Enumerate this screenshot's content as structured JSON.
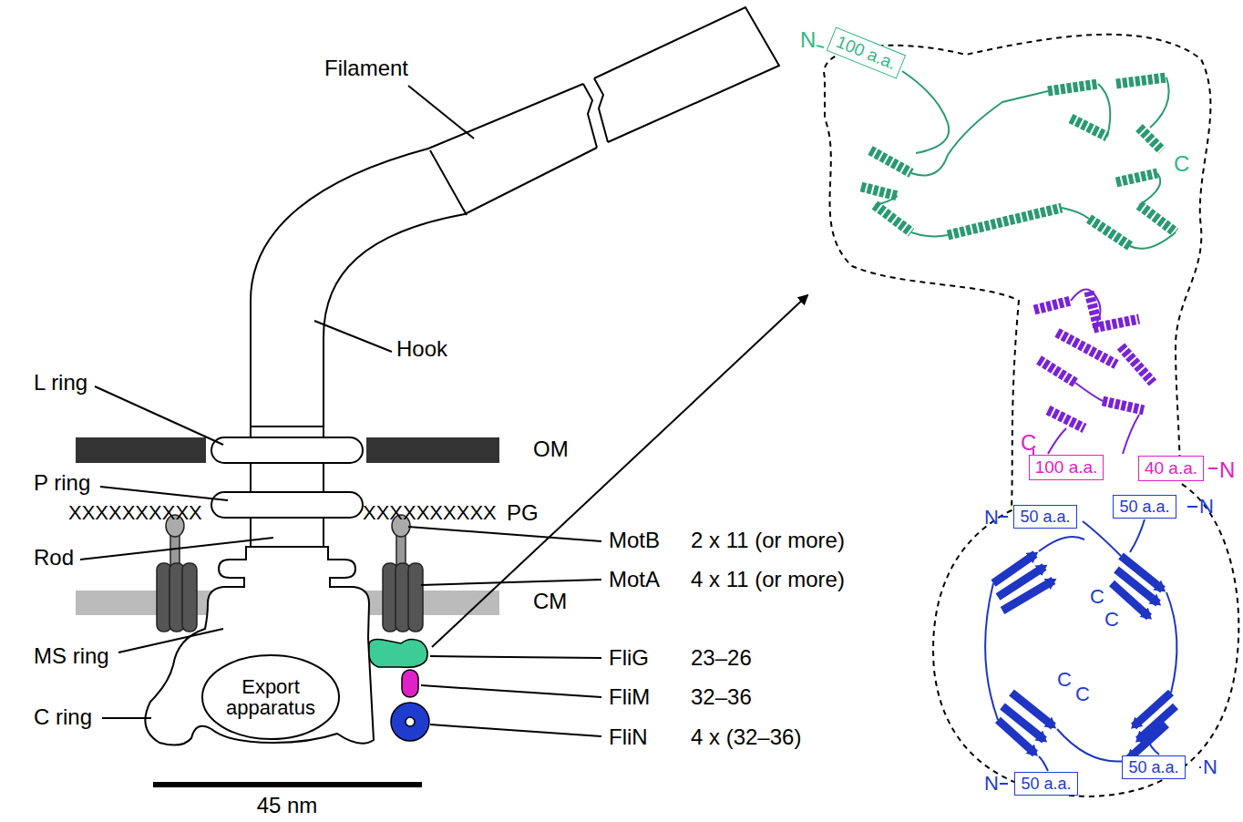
{
  "diagram": {
    "nodes": [
      {
        "text": [
          "Export apparatus"
        ]
      },
      {
        "text": [
          "100 a.a."
        ]
      },
      {
        "text": [
          "100 a.a."
        ]
      },
      {
        "text": [
          "40 a.a."
        ]
      },
      {
        "text": [
          "50 a.a."
        ]
      },
      {
        "text": [
          "50 a.a."
        ]
      },
      {
        "text": [
          "50 a.a."
        ]
      },
      {
        "text": [
          "50 a.a."
        ]
      }
    ],
    "labels": [
      "Filament",
      "Hook",
      "L ring",
      "OM",
      "P ring",
      "XXXXXXXXXX",
      "XXXXXXXXXX",
      "PG",
      "Rod",
      "MotB",
      "2 x 11 (or more)",
      "MotA",
      "4 x 11 (or more)",
      "CM",
      "MS ring",
      "FliG",
      "23–26",
      "C ring",
      "FliM",
      "32–36",
      "FliN",
      "4 x (32–36)",
      "45 nm",
      "N",
      "C",
      "C",
      "N",
      "N",
      "N",
      "C",
      "C",
      "C",
      "C",
      "N",
      "N"
    ]
  }
}
